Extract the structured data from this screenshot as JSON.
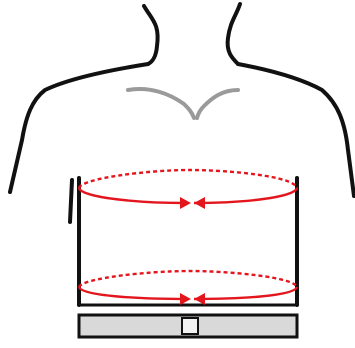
{
  "figure": {
    "kind": "garment-measurement-diagram",
    "icons": [
      "torso-outline",
      "neck-outline",
      "collar-outline",
      "band-outline",
      "measurement-ellipse",
      "inward-arrow-pair"
    ],
    "measurements": [
      {
        "name": "upper-circumference",
        "style": "red-dashed-back-solid-front"
      },
      {
        "name": "lower-circumference",
        "style": "red-dashed-back-solid-front"
      }
    ],
    "colors": {
      "outline": "#111111",
      "collar": "#9a9a9a",
      "band_fill": "#d9d9d9",
      "measure": "#e3161e",
      "background": "#ffffff"
    }
  }
}
